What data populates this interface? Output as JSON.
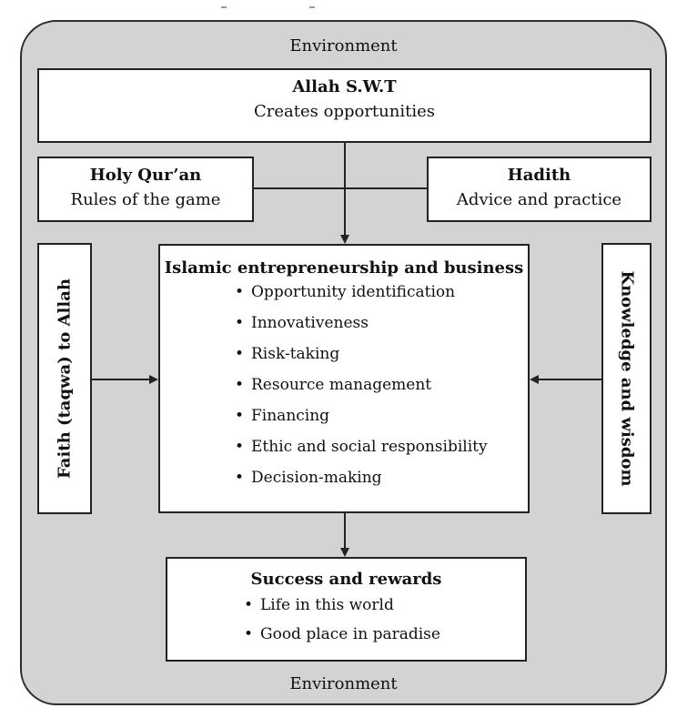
{
  "environment_top": "Environment",
  "environment_bottom": "Environment",
  "allah": {
    "title": "Allah S.W.T",
    "subtitle": "Creates opportunities"
  },
  "quran": {
    "title": "Holy Qur’an",
    "subtitle": "Rules of the game"
  },
  "hadith": {
    "title": "Hadith",
    "subtitle": "Advice and practice"
  },
  "faith": {
    "label": "Faith (taqwa) to Allah"
  },
  "knowledge": {
    "label": "Knowledge and wisdom"
  },
  "center": {
    "title": "Islamic entrepreneurship and business",
    "items": [
      "Opportunity identification",
      "Innovativeness",
      "Risk-taking",
      "Resource management",
      "Financing",
      "Ethic and social responsibility",
      "Decision-making"
    ]
  },
  "success": {
    "title": "Success and rewards",
    "items": [
      "Life in this world",
      "Good place in paradise"
    ]
  },
  "colors": {
    "background": "#d3d3d3",
    "box": "#ffffff",
    "line": "#222222"
  }
}
